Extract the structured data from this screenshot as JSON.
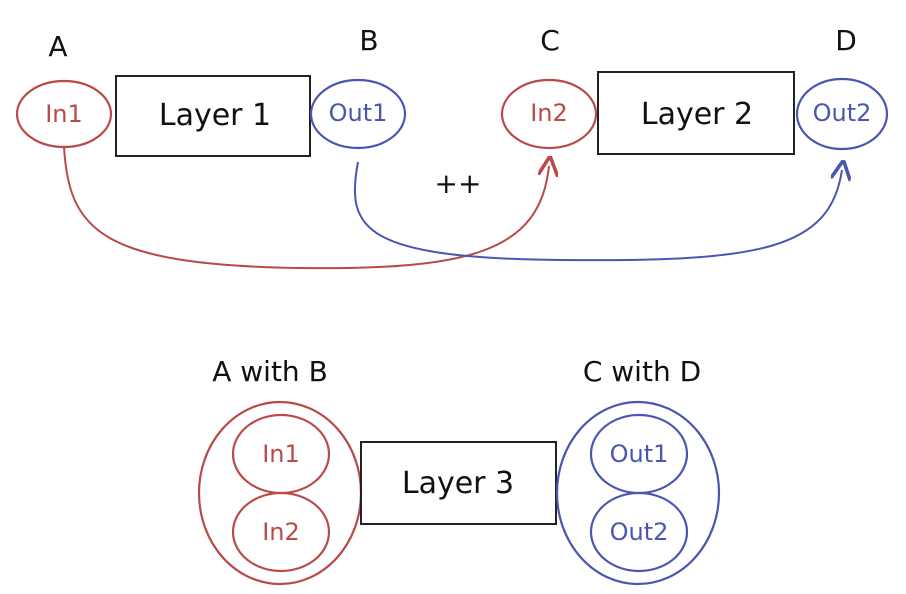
{
  "colors": {
    "input": "#b94a48",
    "output": "#4a56b0",
    "stroke": "#222222"
  },
  "top": {
    "labels": {
      "a": "A",
      "b": "B",
      "c": "C",
      "d": "D",
      "plus": "++"
    },
    "layer1": {
      "title": "Layer 1",
      "in": "In1",
      "out": "Out1"
    },
    "layer2": {
      "title": "Layer 2",
      "in": "In2",
      "out": "Out2"
    }
  },
  "bottom": {
    "labels": {
      "left": "A with B",
      "right": "C with D"
    },
    "layer3": {
      "title": "Layer 3"
    },
    "inputs": [
      "In1",
      "In2"
    ],
    "outputs": [
      "Out1",
      "Out2"
    ]
  }
}
